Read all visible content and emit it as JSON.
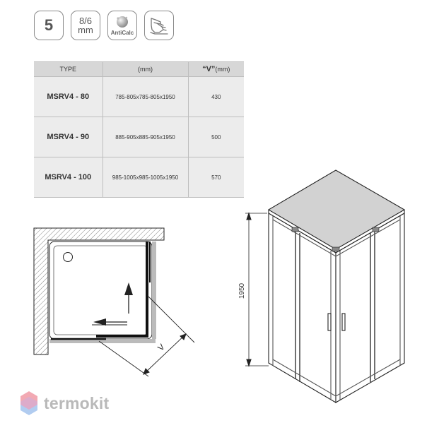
{
  "badges": {
    "thickness": "5",
    "mm_top": "8/6",
    "mm_bottom": "mm",
    "anticalc": "AntiCalc"
  },
  "table": {
    "headers": {
      "type": "TYPE",
      "dims": "(mm)",
      "v_label": "“V”",
      "v_unit": "(mm)"
    },
    "rows": [
      {
        "type": "MSRV4 - 80",
        "dims": "785-805x785-805x1950",
        "v": "430"
      },
      {
        "type": "MSRV4 - 90",
        "dims": "885-905x885-905x1950",
        "v": "500"
      },
      {
        "type": "MSRV4 - 100",
        "dims": "985-1005x985-1005x1950",
        "v": "570"
      }
    ]
  },
  "drawing": {
    "height_label": "1950",
    "v_label": "V"
  },
  "brand": {
    "name": "termokit"
  },
  "colors": {
    "line": "#222222",
    "grey": "#cfcfcf",
    "logo_pink": "#f2a9b3",
    "logo_blue": "#a9c7ee"
  }
}
